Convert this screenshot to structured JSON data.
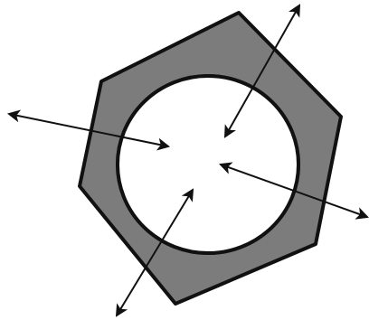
{
  "diagram": {
    "subject": "hexagonal-nut",
    "colors": {
      "background": "#ffffff",
      "nut_fill": "#7c7c7c",
      "outline": "#111111",
      "hole": "#ffffff"
    },
    "arrow_count": 4,
    "arrow_style": "double-headed"
  }
}
